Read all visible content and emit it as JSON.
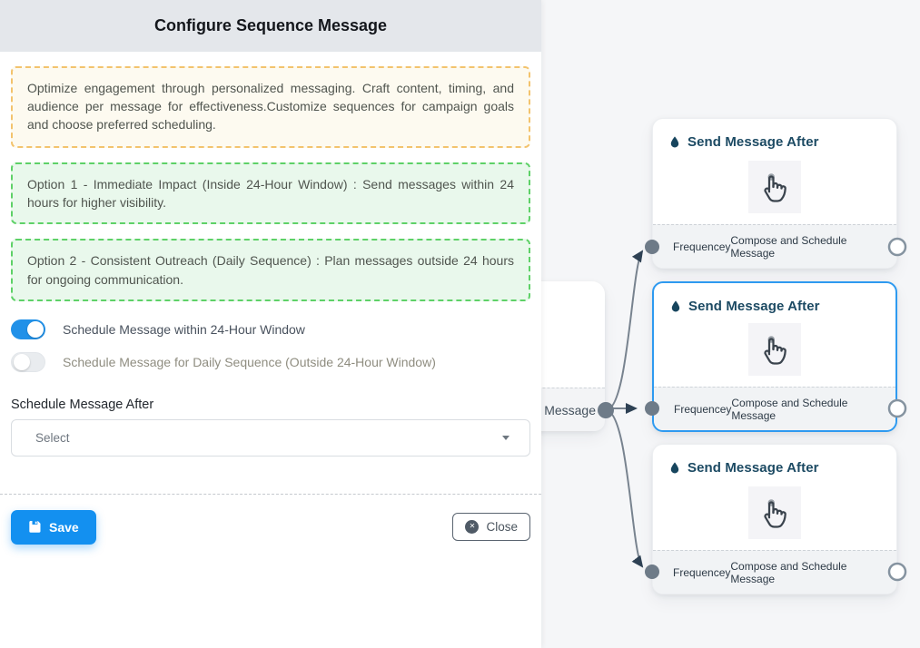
{
  "panel": {
    "title": "Configure Sequence Message",
    "description": "Optimize engagement through personalized messaging. Craft content, timing, and audience per message for effectiveness.Customize sequences for campaign goals and choose preferred scheduling.",
    "option1": "Option 1 - Immediate Impact (Inside 24-Hour Window) : Send messages within 24 hours for higher visibility.",
    "option2": "Option 2 - Consistent Outreach (Daily Sequence) : Plan messages outside 24 hours for ongoing communication.",
    "toggles": [
      {
        "label": "Schedule Message within 24-Hour Window",
        "state": "on"
      },
      {
        "label": "Schedule Message for Daily Sequence (Outside 24-Hour Window)",
        "state": "off"
      }
    ],
    "schedule_after": {
      "label": "Schedule Message After",
      "placeholder": "Select"
    },
    "buttons": {
      "save": "Save",
      "close": "Close"
    }
  },
  "flow": {
    "partial_node": {
      "footer_label": "ce Message"
    },
    "nodes": [
      {
        "title": "Send Message After",
        "footer_left": "Frequencey",
        "footer_right": "Compose and Schedule Message",
        "selected": false
      },
      {
        "title": "Send Message After",
        "footer_left": "Frequencey",
        "footer_right": "Compose and Schedule Message",
        "selected": true
      },
      {
        "title": "Send Message After",
        "footer_left": "Frequencey",
        "footer_right": "Compose and Schedule Message",
        "selected": false
      }
    ]
  },
  "icons": {
    "node_title": "water-drop-icon",
    "node_body": "hand-pointer-click-icon",
    "save": "floppy-disk-icon",
    "close": "circle-x-icon",
    "select": "chevron-down-icon"
  },
  "colors": {
    "toggle_on_blue": "#2191e8",
    "save_blue": "#1390f0",
    "selected_node_border": "#2e9af0",
    "warning_dashed_border": "#f3c36d",
    "warning_bg": "#fdfaf0",
    "success_dashed_border": "#5ed167",
    "success_bg": "#e9f8ec",
    "node_title_teal": "#1c4a63",
    "canvas_bg": "#f5f6f8",
    "edge_gray": "#78838f"
  }
}
